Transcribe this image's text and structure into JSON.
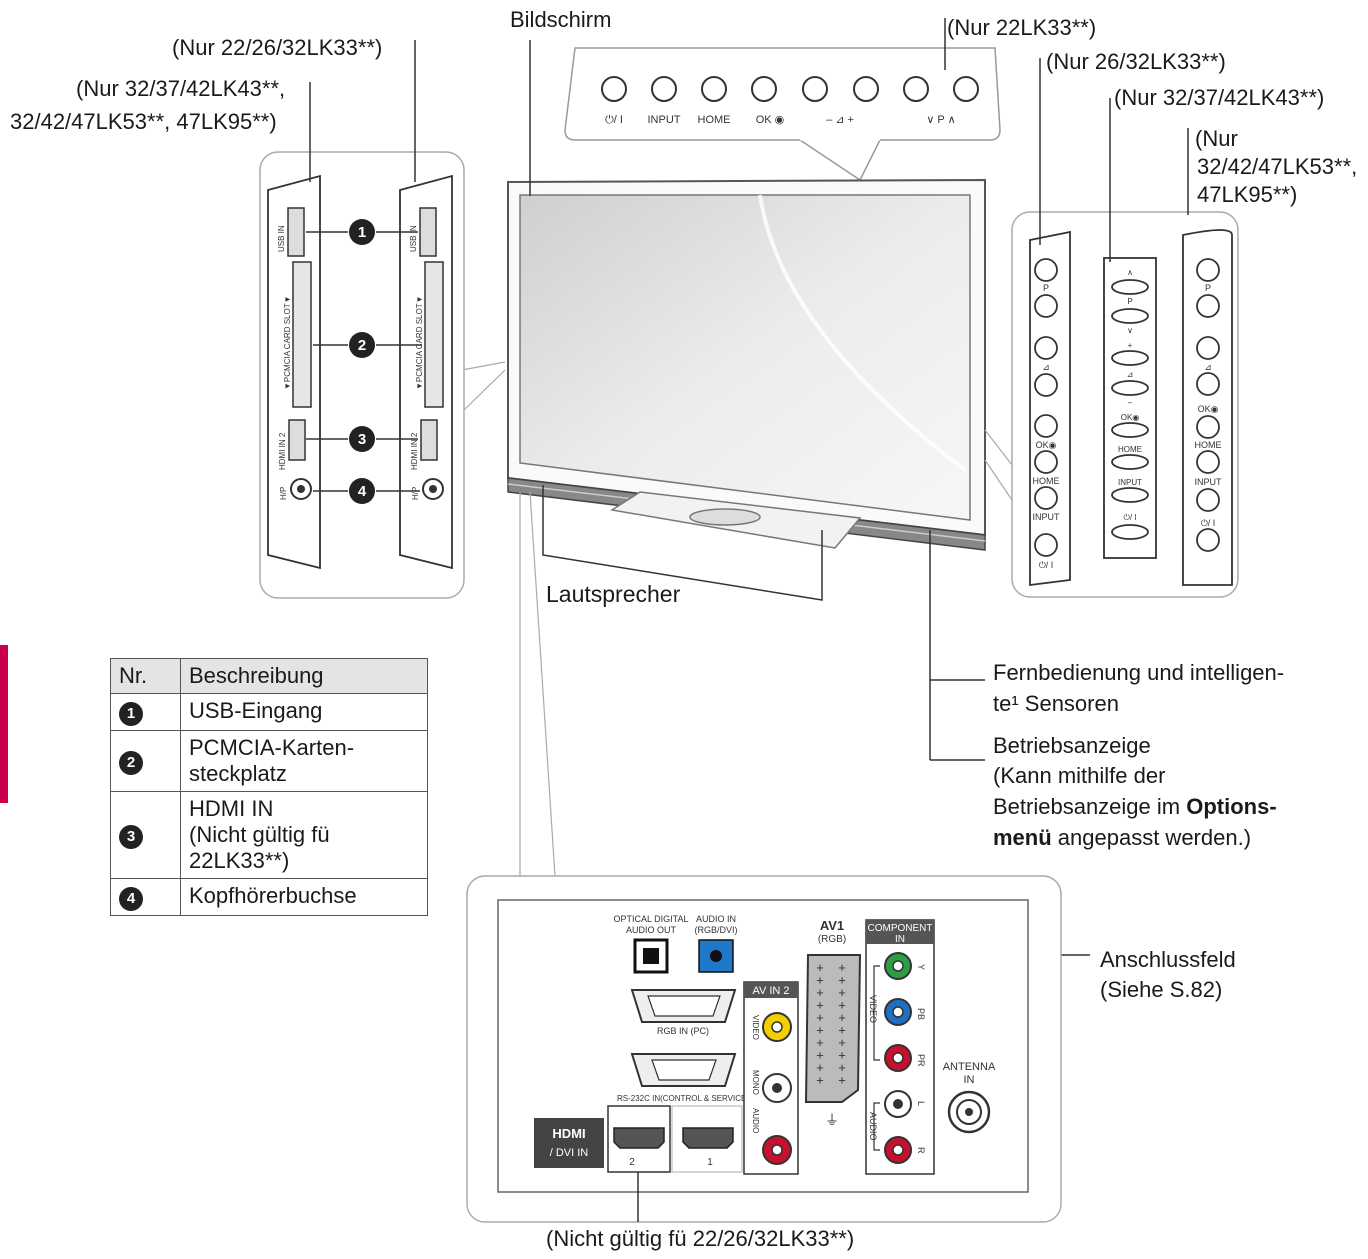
{
  "labels": {
    "nur_22_26_32": "(Nur 22/26/32LK33**)",
    "nur_32_37_42_line1": "(Nur 32/37/42LK43**,",
    "nur_32_37_42_line2": "32/42/47LK53**, 47LK95**)",
    "bildschirm": "Bildschirm",
    "nur_22": "(Nur 22LK33**)",
    "nur_26_32": "(Nur  26/32LK33**)",
    "nur_32_37_42_right": "(Nur 32/37/42LK43**)",
    "nur_right_line1": "(Nur",
    "nur_right_line2": "32/42/47LK53**,",
    "nur_right_line3": "47LK95**)",
    "lautsprecher": "Lautsprecher",
    "fernbedienung_line1": "Fernbedienung und intelligen-",
    "fernbedienung_line2": "te¹ Sensoren",
    "betrieb_line1": "Betriebsanzeige",
    "betrieb_line2": "(Kann mithilfe der",
    "betrieb_line3_a": "Betriebsanzeige im ",
    "betrieb_line3_b": "Options-",
    "betrieb_line4_a": "menü",
    "betrieb_line4_b": " angepasst werden.)",
    "anschluss_line1": "Anschlussfeld",
    "anschluss_line2": "(Siehe S.82)",
    "nicht_gueltig": "(Nicht gültig fü 22/26/32LK33**)"
  },
  "top_buttons": [
    "⏻/ I",
    "INPUT",
    "HOME",
    "OK ◉",
    "–  ⊿  +",
    "∨  P  ∧"
  ],
  "side_panel": {
    "usb": "USB IN",
    "pcmcia": "▼PCMCIA CARD SLOT▼",
    "hdmi": "HDMI IN 2",
    "hp": "H/P",
    "callouts": [
      "1",
      "2",
      "3",
      "4"
    ]
  },
  "right_panel_a": [
    "P",
    "⊿",
    "OK◉",
    "HOME",
    "INPUT",
    "⏻/ I"
  ],
  "right_panel_b": [
    "∧",
    "P",
    "∨",
    "+",
    "⊿",
    "–",
    "OK◉",
    "HOME",
    "INPUT",
    "⏻/ I"
  ],
  "right_panel_c": [
    "P",
    "⊿",
    "OK◉",
    "HOME",
    "INPUT",
    "⏻/ I"
  ],
  "connector_panel": {
    "optical": [
      "OPTICAL DIGITAL",
      "AUDIO OUT"
    ],
    "audio_in": [
      "AUDIO IN",
      "(RGB/DVI)"
    ],
    "rgb_in": "RGB IN (PC)",
    "rs232": "RS-232C IN(CONTROL & SERVICE)",
    "hdmi_logo": "HDMI",
    "dvi_in": "/ DVI IN",
    "hdmi_ports": [
      "2",
      "1"
    ],
    "av_in2": "AV IN 2",
    "av_video": "VIDEO",
    "av_mono": "MONO",
    "av_audio": "AUDIO",
    "av1": [
      "AV1",
      "(RGB)"
    ],
    "component": [
      "COMPONENT",
      "IN"
    ],
    "comp_video": "VIDEO",
    "comp_audio": "AUDIO",
    "comp_ports": [
      "Y",
      "PB",
      "PR",
      "L",
      "R"
    ],
    "antenna": [
      "ANTENNA",
      "IN"
    ]
  },
  "table": {
    "headers": [
      "Nr.",
      "Beschreibung"
    ],
    "rows": [
      {
        "num": "1",
        "lines": [
          "USB-Eingang"
        ]
      },
      {
        "num": "2",
        "lines": [
          "PCMCIA-Karten-",
          "steckplatz"
        ]
      },
      {
        "num": "3",
        "lines": [
          "HDMI IN",
          "(Nicht gültig fü",
          "22LK33**)"
        ]
      },
      {
        "num": "4",
        "lines": [
          "Kopfhörerbuchse"
        ]
      }
    ]
  }
}
